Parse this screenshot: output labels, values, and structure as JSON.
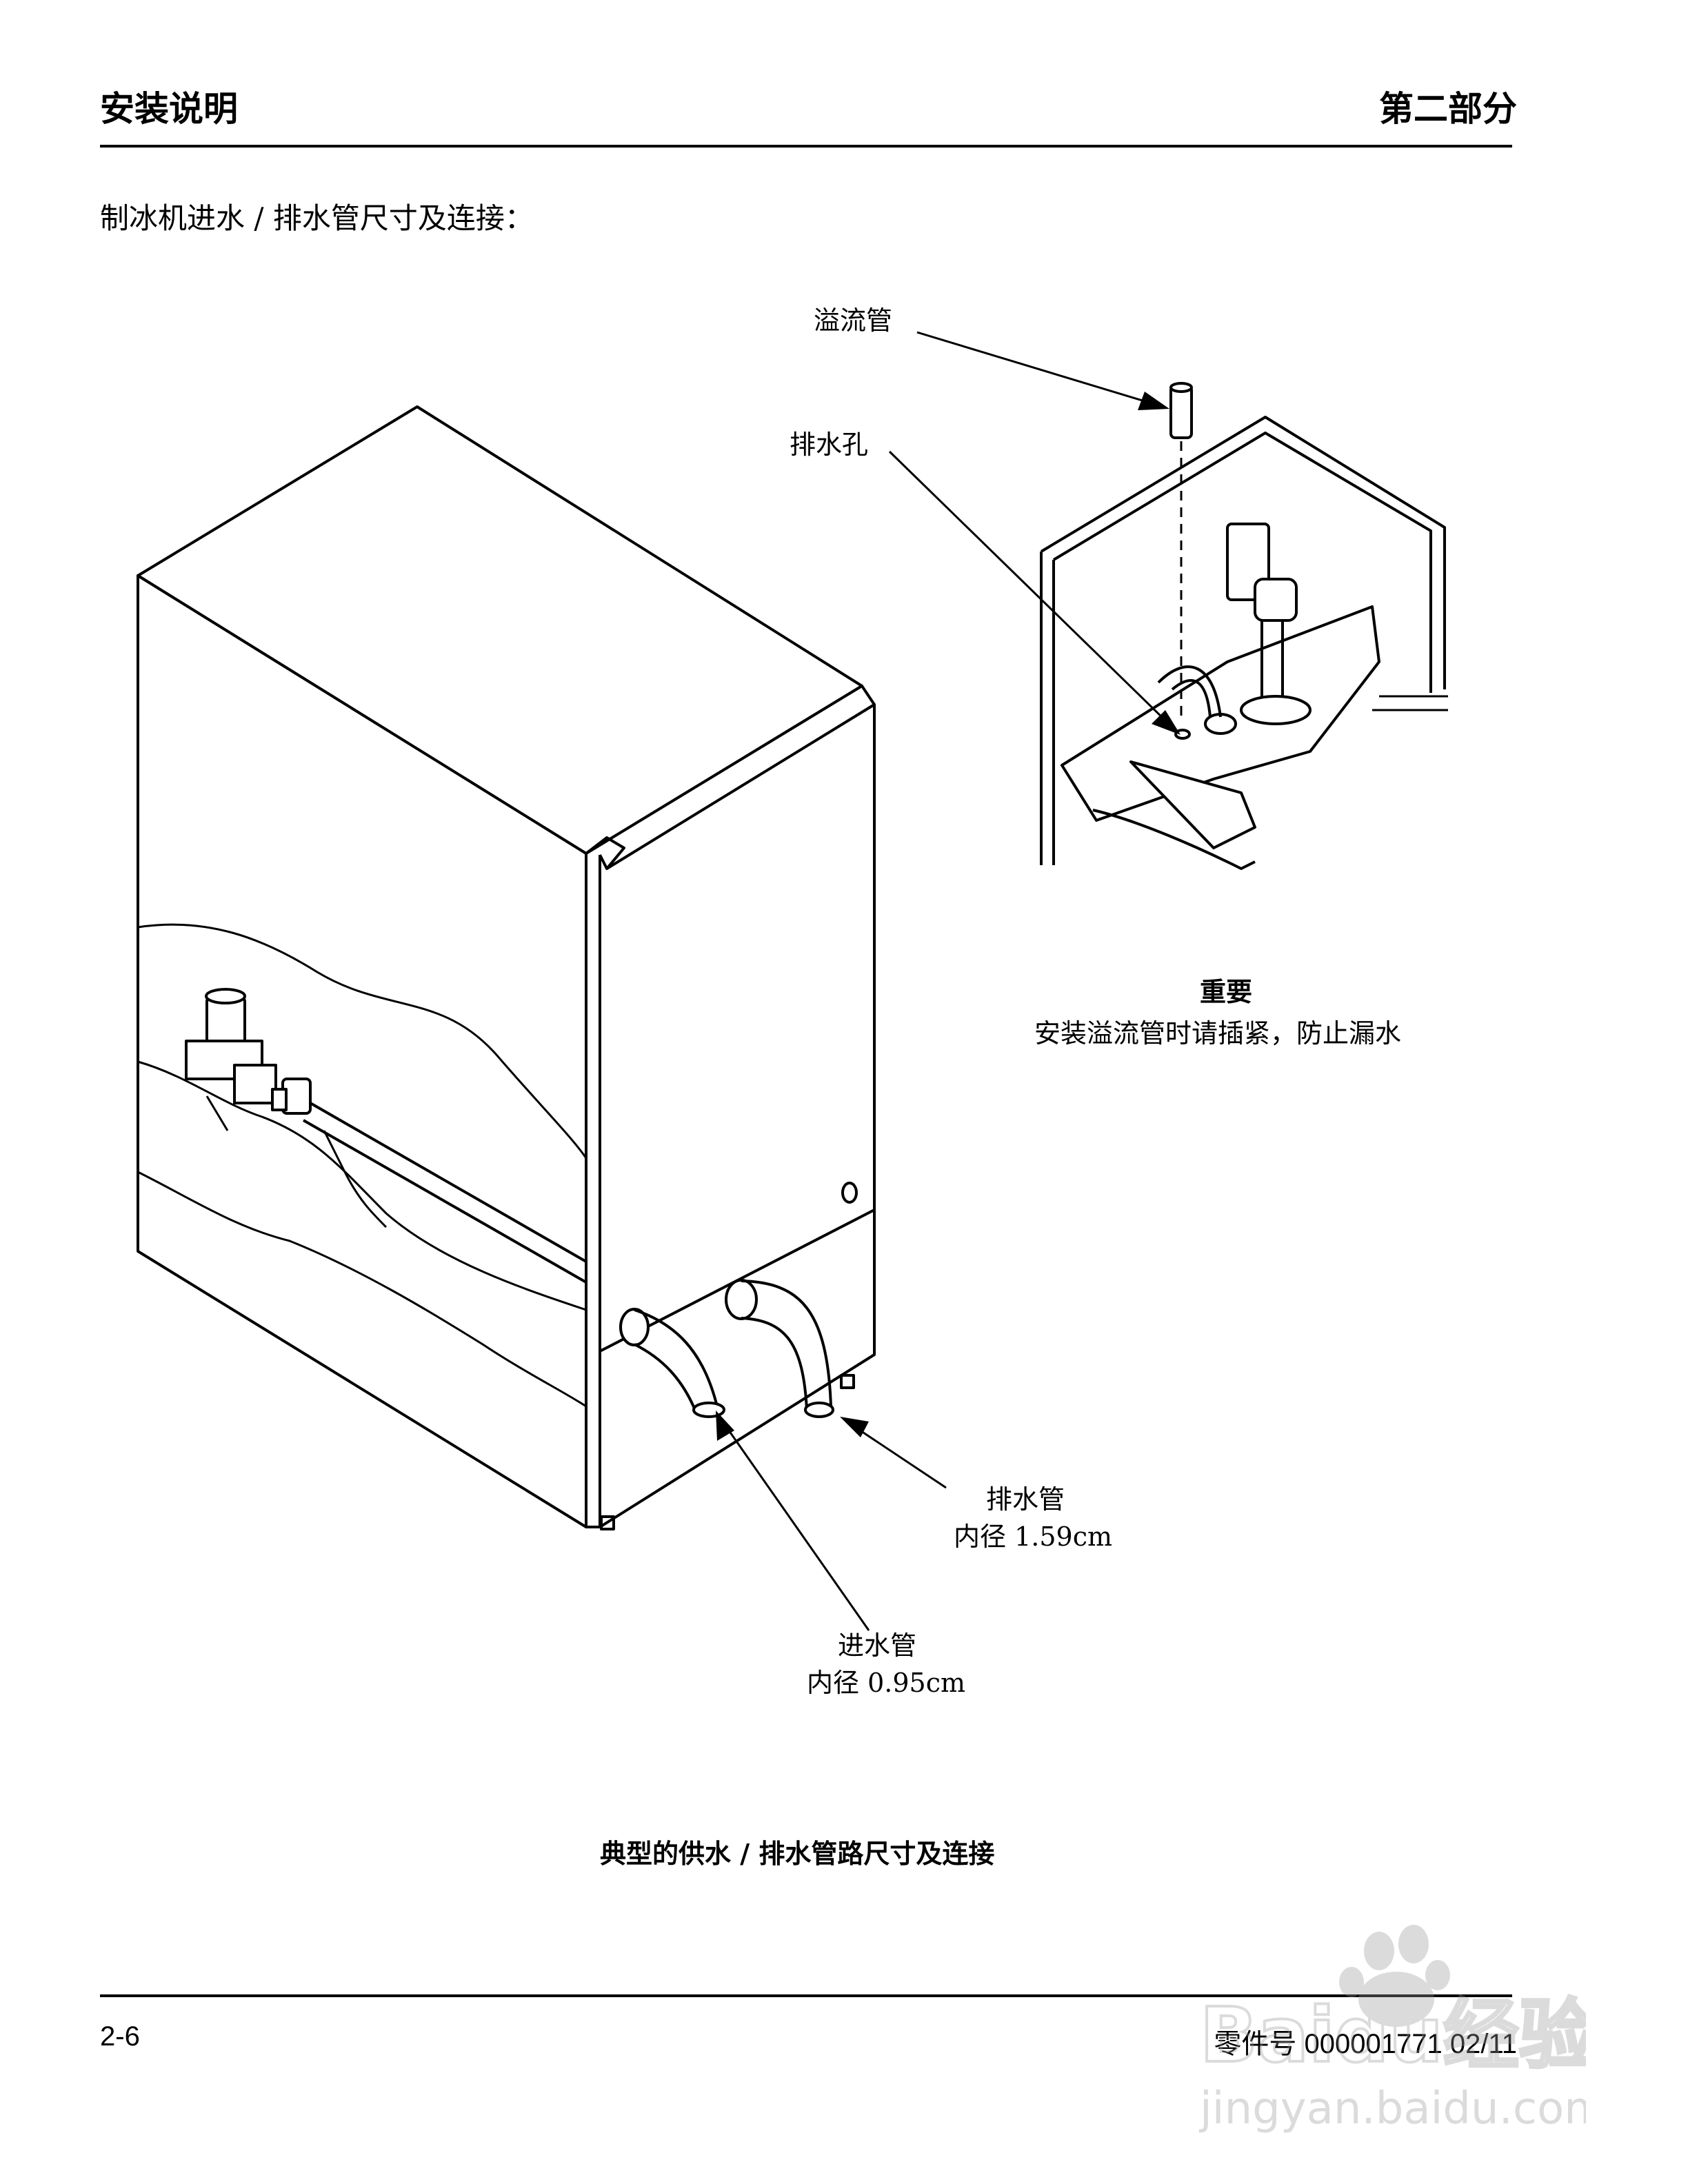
{
  "header": {
    "left_title": "安装说明",
    "right_title": "第二部分"
  },
  "section": {
    "subtitle": "制冰机进水 / 排水管尺寸及连接："
  },
  "callouts": {
    "overflow_tube": "溢流管",
    "drain_hole": "排水孔",
    "drain_pipe": "排水管",
    "drain_pipe_id": "内径 1.59cm",
    "inlet_pipe": "进水管",
    "inlet_pipe_id": "内径 0.95cm"
  },
  "important": {
    "title": "重要",
    "note": "安装溢流管时请插紧，防止漏水"
  },
  "figure": {
    "caption": "典型的供水 / 排水管路尺寸及连接"
  },
  "footer": {
    "page": "2-6",
    "part_number": "零件号 000001771 02/11"
  },
  "watermark": {
    "brand": "Baidu经验",
    "url": "jingyan.baidu.com"
  }
}
